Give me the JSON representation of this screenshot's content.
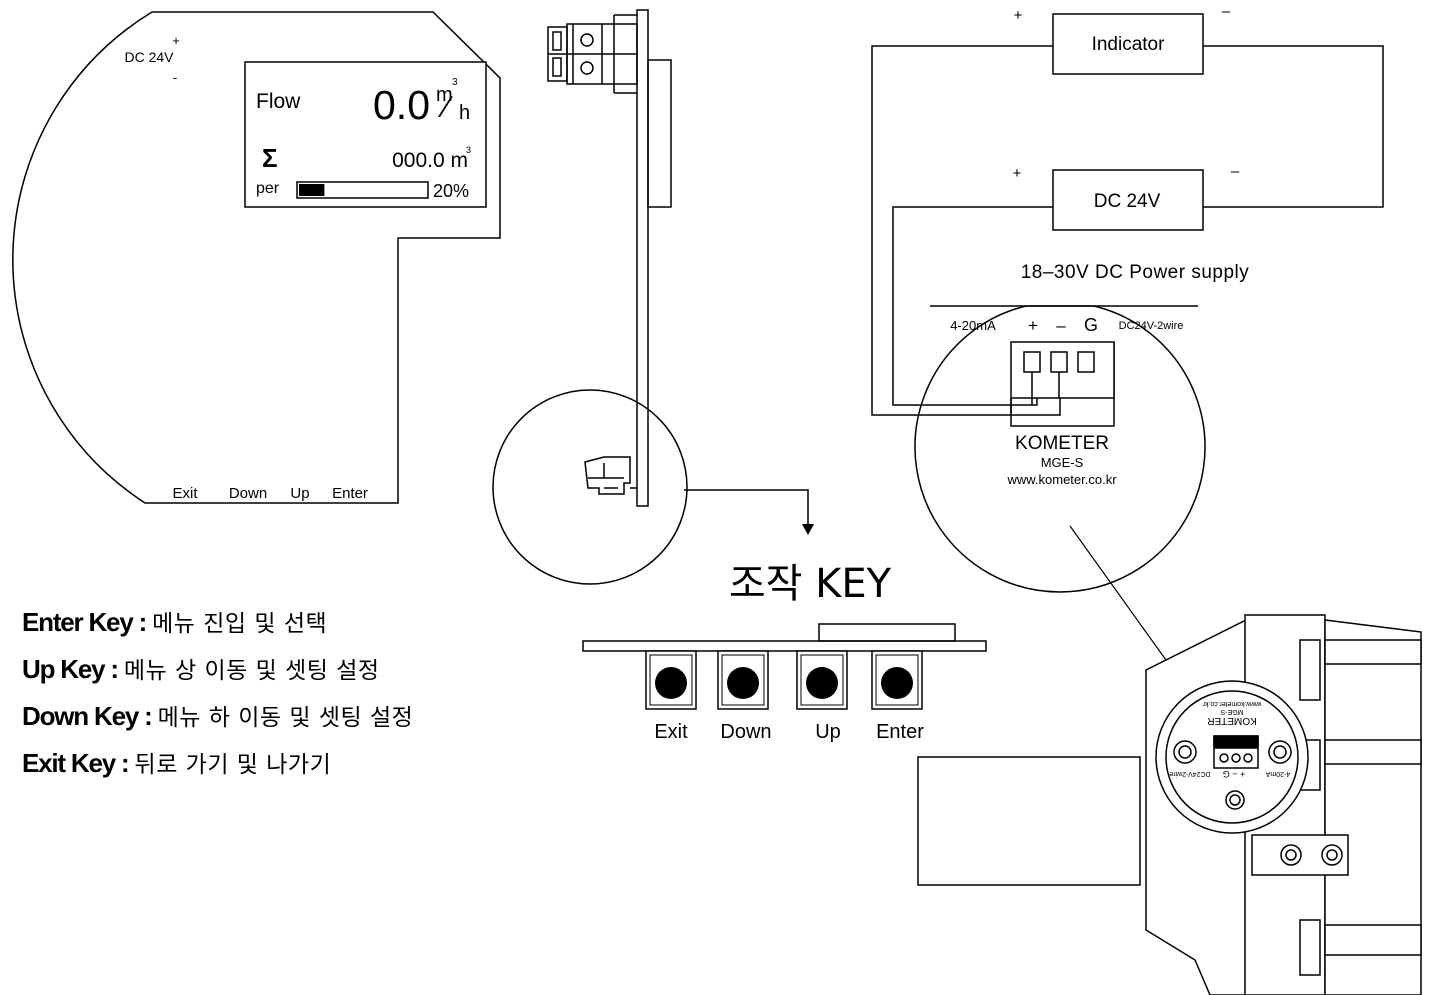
{
  "display_panel": {
    "supply_plus": "+",
    "supply_label": "DC 24V",
    "supply_minus": "-",
    "flow_label": "Flow",
    "flow_value": "0.0",
    "flow_unit_top": "m",
    "flow_unit_sup": "3",
    "flow_unit_slash": "⁄",
    "flow_unit_bottom": "h",
    "total_symbol": "Σ",
    "total_value": "000.0 m",
    "total_unit_sup": "3",
    "percent_label": "per",
    "percent_value": "20%",
    "percent_fraction": 0.2,
    "buttons": [
      "Exit",
      "Down",
      "Up",
      "Enter"
    ]
  },
  "control_keys": {
    "title": "조작 KEY",
    "buttons": [
      "Exit",
      "Down",
      "Up",
      "Enter"
    ]
  },
  "key_descriptions": [
    {
      "key": "Enter Key",
      "sep": " : ",
      "desc": "메뉴 진입 및 선택"
    },
    {
      "key": "Up Key",
      "sep": " : ",
      "desc": "메뉴 상 이동 및 셋팅 설정"
    },
    {
      "key": "Down Key",
      "sep": " : ",
      "desc": "메뉴 하 이동 및 셋팅 설정"
    },
    {
      "key": "Exit Key",
      "sep": " : ",
      "desc": "뒤로 가기 및 나가기"
    }
  ],
  "wiring": {
    "indicator_label": "Indicator",
    "indicator_plus": "+",
    "indicator_minus": "–",
    "supply_label": "DC 24V",
    "supply_plus": "+",
    "supply_minus": "–",
    "supply_note": "18–30V DC Power supply"
  },
  "terminal_label": {
    "signal": "4-20mA",
    "plus": "+",
    "minus": "–",
    "ground": "G",
    "mode": "DC24V-2wire",
    "brand": "KOMETER",
    "model": "MGE-S",
    "url": "www.kometer.co.kr"
  },
  "device_label": {
    "signal": "4-20mA",
    "plus_minus": "+ − G",
    "mode": "DC24V-2wire"
  }
}
